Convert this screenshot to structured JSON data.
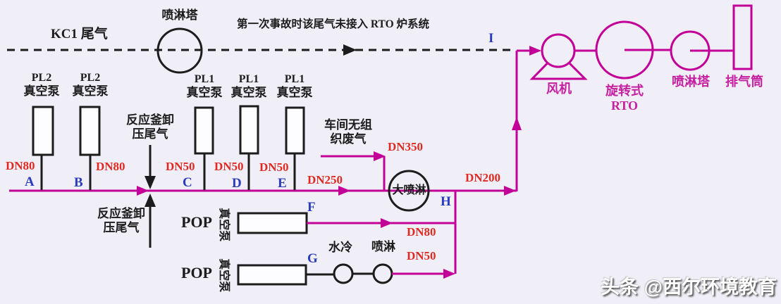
{
  "colors": {
    "background": "#F0EFF7",
    "pipe_magenta": "#C20098",
    "dn_label_red": "#DE2A22",
    "point_letter_blue": "#2B3BBD",
    "diagram_black": "#1C1C1C"
  },
  "header": {
    "kc1": "KC1 尾气",
    "spray_tower": "喷淋塔",
    "note": "第一次事故时该尾气未接入 RTO 炉系统",
    "point_i": "I"
  },
  "pumps": [
    {
      "model": "PL2",
      "label": "真空泵",
      "dn": "DN80",
      "point": "A"
    },
    {
      "model": "PL2",
      "label": "真空泵",
      "dn": "DN80",
      "point": "B"
    },
    {
      "model": "PL1",
      "label": "真空泵",
      "dn": "DN50",
      "point": "C"
    },
    {
      "model": "PL1",
      "label": "真空泵",
      "dn": "DN50",
      "point": "D"
    },
    {
      "model": "PL1",
      "label": "真空泵",
      "dn": "DN50",
      "point": "E"
    }
  ],
  "reactor_vent_top": {
    "line1": "反应釜卸",
    "line2": "压尾气"
  },
  "reactor_vent_bottom": {
    "line1": "反应釜卸",
    "line2": "压尾气"
  },
  "workshop": {
    "line1": "车间无组",
    "line2": "织废气",
    "dn": "DN350"
  },
  "main": {
    "dn250": "DN250",
    "big_spray": "大喷淋",
    "dn200": "DN200",
    "point_h": "H"
  },
  "rto_chain": {
    "fan": "风机",
    "rto1": "旋转式",
    "rto2": "RTO",
    "spray_tower": "喷淋塔",
    "stack": "排气筒"
  },
  "pop1": {
    "pop": "POP",
    "pump": "真空泵",
    "point": "F",
    "dn": "DN80"
  },
  "pop2": {
    "pop": "POP",
    "pump": "真空泵",
    "point": "G",
    "dn": "DN50",
    "water_cool": "水冷",
    "spray": "喷淋"
  },
  "watermark": "头条 @西尔环境教育"
}
